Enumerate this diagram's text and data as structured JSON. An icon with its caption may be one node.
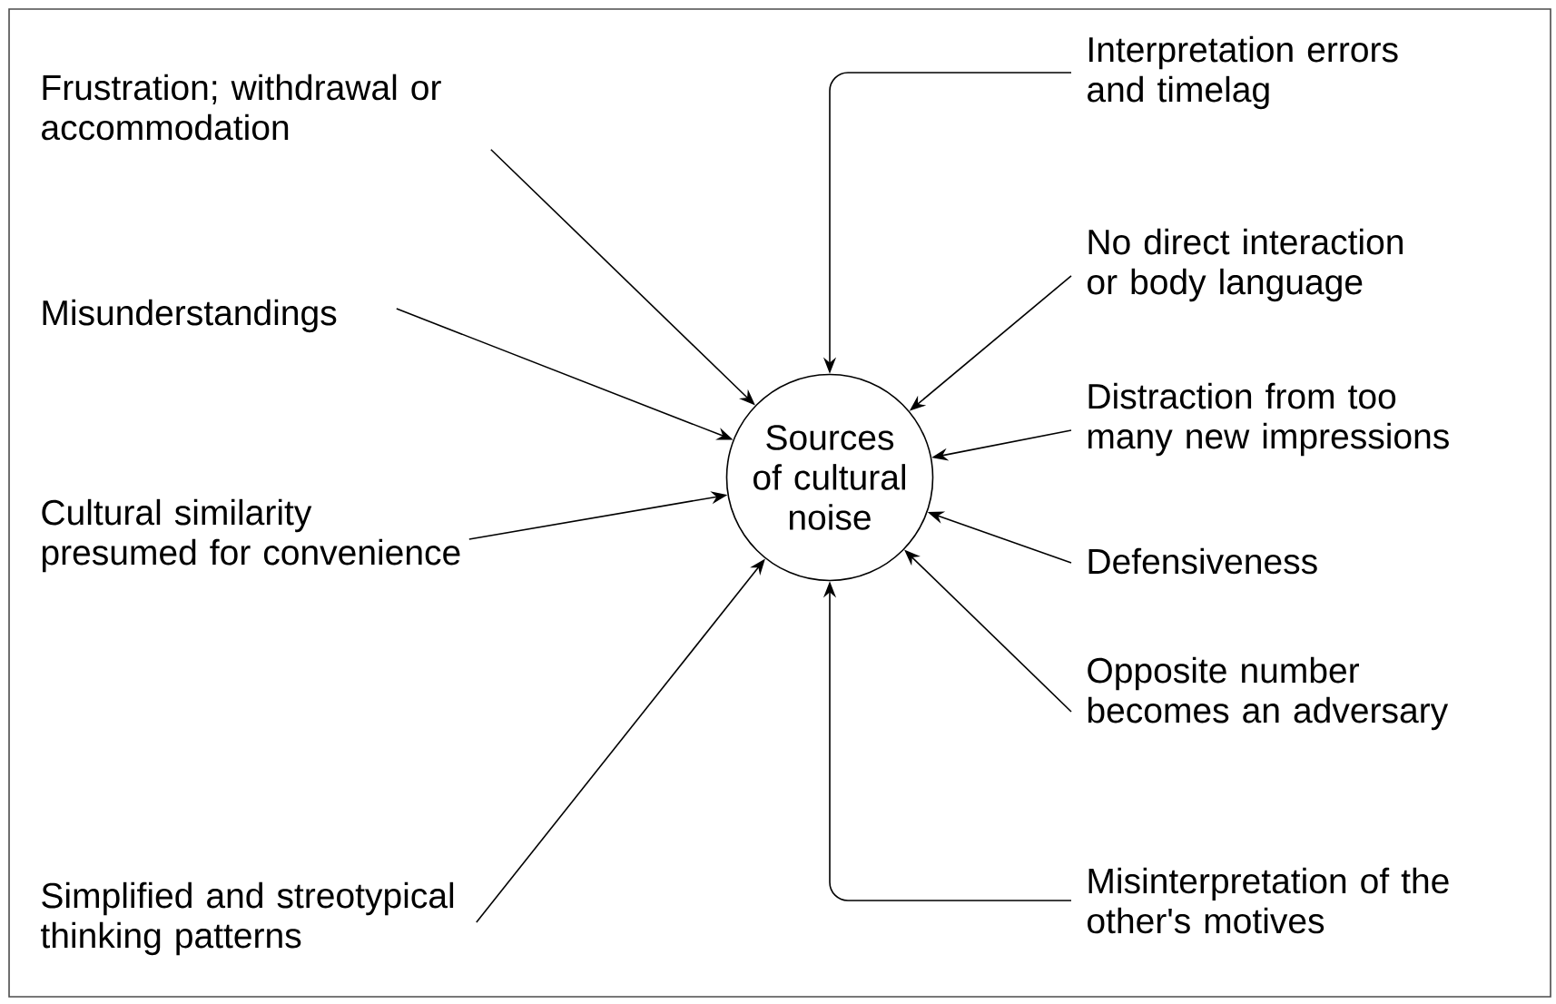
{
  "diagram": {
    "nodes": [
      {
        "text": [
          "Sources of cultural noise"
        ]
      },
      {
        "text": [
          "Frustration; withdrawal or accommodation"
        ]
      },
      {
        "text": [
          "Misunderstandings"
        ]
      },
      {
        "text": [
          "Cultural similarity presumed for convenience"
        ]
      },
      {
        "text": [
          "Simplified and streotypical thinking patterns"
        ]
      },
      {
        "text": [
          "Interpretation errors and timelag"
        ]
      },
      {
        "text": [
          "No direct interaction or body language"
        ]
      },
      {
        "text": [
          "Distraction from too many new impressions"
        ]
      },
      {
        "text": [
          "Defensiveness"
        ]
      },
      {
        "text": [
          "Opposite number becomes an adversary"
        ]
      },
      {
        "text": [
          "Misinterpretation of the other's motives"
        ]
      }
    ],
    "edges": [
      {
        "from": 1,
        "to": 0,
        "arrow": "to"
      },
      {
        "from": 2,
        "to": 0,
        "arrow": "to"
      },
      {
        "from": 3,
        "to": 0,
        "arrow": "to"
      },
      {
        "from": 4,
        "to": 0,
        "arrow": "to"
      },
      {
        "from": 5,
        "to": 0,
        "arrow": "to"
      },
      {
        "from": 6,
        "to": 0,
        "arrow": "to"
      },
      {
        "from": 7,
        "to": 0,
        "arrow": "to"
      },
      {
        "from": 8,
        "to": 0,
        "arrow": "to"
      },
      {
        "from": 9,
        "to": 0,
        "arrow": "to"
      },
      {
        "from": 10,
        "to": 0,
        "arrow": "to"
      }
    ]
  }
}
